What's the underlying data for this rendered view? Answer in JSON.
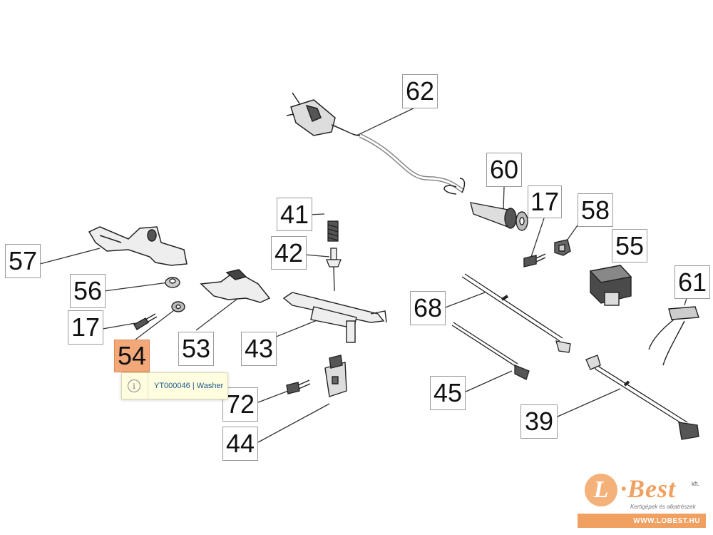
{
  "callouts": {
    "c62": "62",
    "c60": "60",
    "c17a": "17",
    "c58": "58",
    "c41": "41",
    "c42": "42",
    "c57": "57",
    "c55": "55",
    "c61": "61",
    "c56": "56",
    "c68": "68",
    "c17b": "17",
    "c53": "53",
    "c43": "43",
    "c54": "54",
    "c45": "45",
    "c72": "72",
    "c39": "39",
    "c44": "44"
  },
  "selected_callout": "54",
  "tooltip": {
    "text": "YT000046 | Washer",
    "icon": "info-icon"
  },
  "logo": {
    "mark": "L",
    "brand": "·Best",
    "suffix": "kft.",
    "tagline": "Kertigépek és alkatrészek",
    "url": "WWW.LOBEST.HU",
    "color": "#f0a060"
  }
}
